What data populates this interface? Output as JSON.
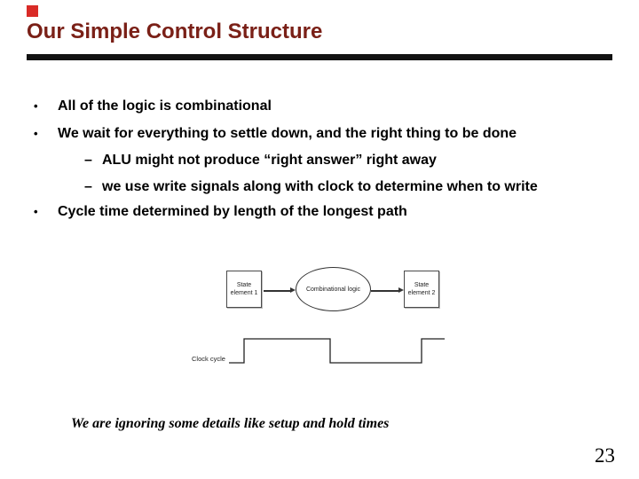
{
  "slide": {
    "title": "Our Simple Control Structure",
    "colors": {
      "accent_red": "#d92b27",
      "title_color": "#7a2017",
      "rule_color": "#121212",
      "body_text": "#000000"
    },
    "bullets": [
      {
        "level": 1,
        "glyph": "•",
        "text": "All of the logic is combinational"
      },
      {
        "level": 1,
        "glyph": "•",
        "text": "We wait for everything to settle down, and the right thing to be done"
      },
      {
        "level": 2,
        "glyph": "–",
        "text": "ALU might not produce “right answer” right away"
      },
      {
        "level": 2,
        "glyph": "–",
        "text": "we use write signals along with clock to determine when to write"
      },
      {
        "level": 1,
        "glyph": "•",
        "text": "Cycle time determined by length of the longest path"
      }
    ],
    "diagram": {
      "state_element_1": "State element 1",
      "combinational_logic": "Combinational logic",
      "state_element_2": "State element 2",
      "clock_label": "Clock cycle"
    },
    "footnote": "We are ignoring some details like setup and hold times",
    "page_number": "23"
  }
}
